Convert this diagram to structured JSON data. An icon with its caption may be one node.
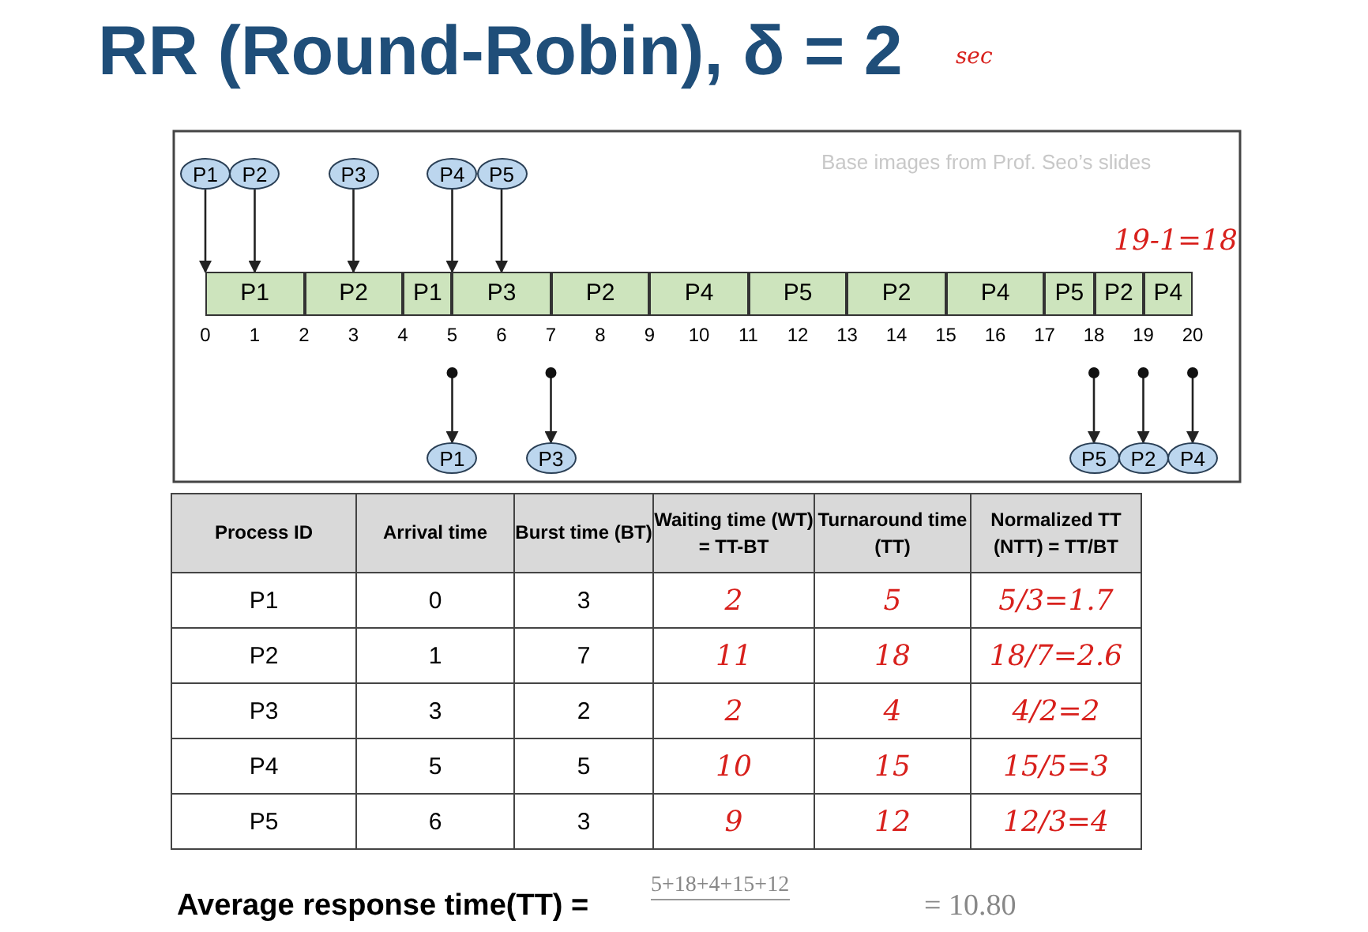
{
  "diagram": {
    "title": "RR (Round-Robin), δ = 2",
    "nodes": [
      {
        "text": [
          "P1"
        ]
      },
      {
        "text": [
          "P2"
        ]
      },
      {
        "text": [
          "P3"
        ]
      },
      {
        "text": [
          "P4"
        ]
      },
      {
        "text": [
          "P5"
        ]
      },
      {
        "text": [
          "P1"
        ]
      },
      {
        "text": [
          "P2"
        ]
      },
      {
        "text": [
          "P1"
        ]
      },
      {
        "text": [
          "P3"
        ]
      },
      {
        "text": [
          "P2"
        ]
      },
      {
        "text": [
          "P4"
        ]
      },
      {
        "text": [
          "P5"
        ]
      },
      {
        "text": [
          "P2"
        ]
      },
      {
        "text": [
          "P4"
        ]
      },
      {
        "text": [
          "P5"
        ]
      },
      {
        "text": [
          "P2"
        ]
      },
      {
        "text": [
          "P4"
        ]
      },
      {
        "text": [
          "P1"
        ]
      },
      {
        "text": [
          "P3"
        ]
      },
      {
        "text": [
          "P5"
        ]
      },
      {
        "text": [
          "P2"
        ]
      },
      {
        "text": [
          "P4"
        ]
      }
    ],
    "edges": [
      {
        "from": 0,
        "to": 5,
        "arrow": "to"
      },
      {
        "from": 1,
        "to": 5,
        "arrow": "to"
      },
      {
        "from": 2,
        "to": 6,
        "arrow": "to"
      },
      {
        "from": 3,
        "to": 8,
        "arrow": "to"
      },
      {
        "from": 4,
        "to": 8,
        "arrow": "to"
      },
      {
        "from": null,
        "to": 17,
        "arrow": "to"
      },
      {
        "from": null,
        "to": 18,
        "arrow": "to"
      },
      {
        "from": null,
        "to": 19,
        "arrow": "to"
      },
      {
        "from": null,
        "to": 20,
        "arrow": "to"
      },
      {
        "from": null,
        "to": 21,
        "arrow": "to"
      }
    ],
    "labels": [
      "sec",
      "0",
      "1",
      "2",
      "3",
      "4",
      "5",
      "6",
      "7",
      "8",
      "9",
      "10",
      "11",
      "12",
      "13",
      "14",
      "15",
      "16",
      "17",
      "18",
      "19",
      "20",
      "Base images from Prof. Seo’s slides",
      "19-1=18",
      "Process ID",
      "Arrival time",
      "Burst time (BT)",
      "Waiting time (WT) = TT-BT",
      "Turnaround time (TT)",
      "Normalized TT (NTT) = TT/BT",
      "P1",
      "0",
      "3",
      "2",
      "5",
      "5/3=1.7",
      "P2",
      "1",
      "7",
      "11",
      "18",
      "18/7=2.6",
      "P3",
      "3",
      "2",
      "2",
      "4",
      "4/2=2",
      "P4",
      "5",
      "5",
      "10",
      "15",
      "15/5=3",
      "P5",
      "6",
      "3",
      "9",
      "12",
      "12/3=4",
      "Average response time(TT) =",
      "5+18+4+15+12",
      "= 10.80"
    ]
  }
}
